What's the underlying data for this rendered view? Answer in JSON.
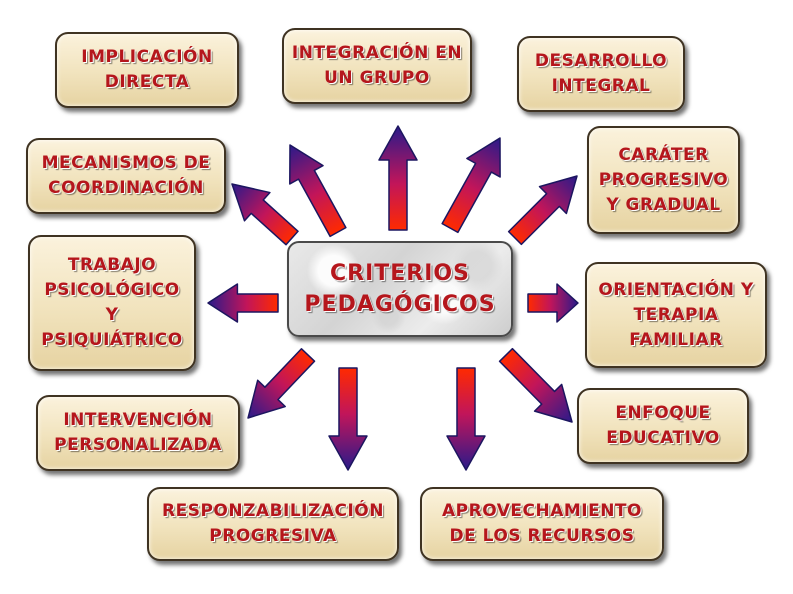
{
  "center": {
    "text": "CRITERIOS\nPEDAGÓGICOS"
  },
  "nodes": [
    {
      "id": "implicacion-directa",
      "text": "IMPLICACIÓN\nDIRECTA"
    },
    {
      "id": "integracion-en-un-grupo",
      "text": "INTEGRACIÓN EN\nUN GRUPO"
    },
    {
      "id": "desarrollo-integral",
      "text": "DESARROLLO\nINTEGRAL"
    },
    {
      "id": "mecanismos-de-coordinacion",
      "text": "MECANISMOS DE\nCOORDINACIÓN"
    },
    {
      "id": "caracter-progresivo-y-gradual",
      "text": "CARÁTER\nPROGRESIVO\nY GRADUAL"
    },
    {
      "id": "trabajo-psicologico-y-psiquiatrico",
      "text": "TRABAJO\nPSICOLÓGICO\nY\nPSIQUIÁTRICO"
    },
    {
      "id": "orientacion-y-terapia-familiar",
      "text": "ORIENTACIÓN Y\nTERAPIA\nFAMILIAR"
    },
    {
      "id": "intervencion-personalizada",
      "text": "INTERVENCIÓN\nPERSONALIZADA"
    },
    {
      "id": "enfoque-educativo",
      "text": "ENFOQUE\nEDUCATIVO"
    },
    {
      "id": "responzabilizacion-progresiva",
      "text": "RESPONZABILIZACIÓN\nPROGRESIVA"
    },
    {
      "id": "aprovechamiento-de-los-recursos",
      "text": "APROVECHAMIENTO\nDE LOS RECURSOS"
    }
  ],
  "colors": {
    "node_text": "#b5161c",
    "arrow_start": "#ff2a00",
    "arrow_end": "#2a1a8a",
    "arrow_outline": "#1c1660"
  }
}
